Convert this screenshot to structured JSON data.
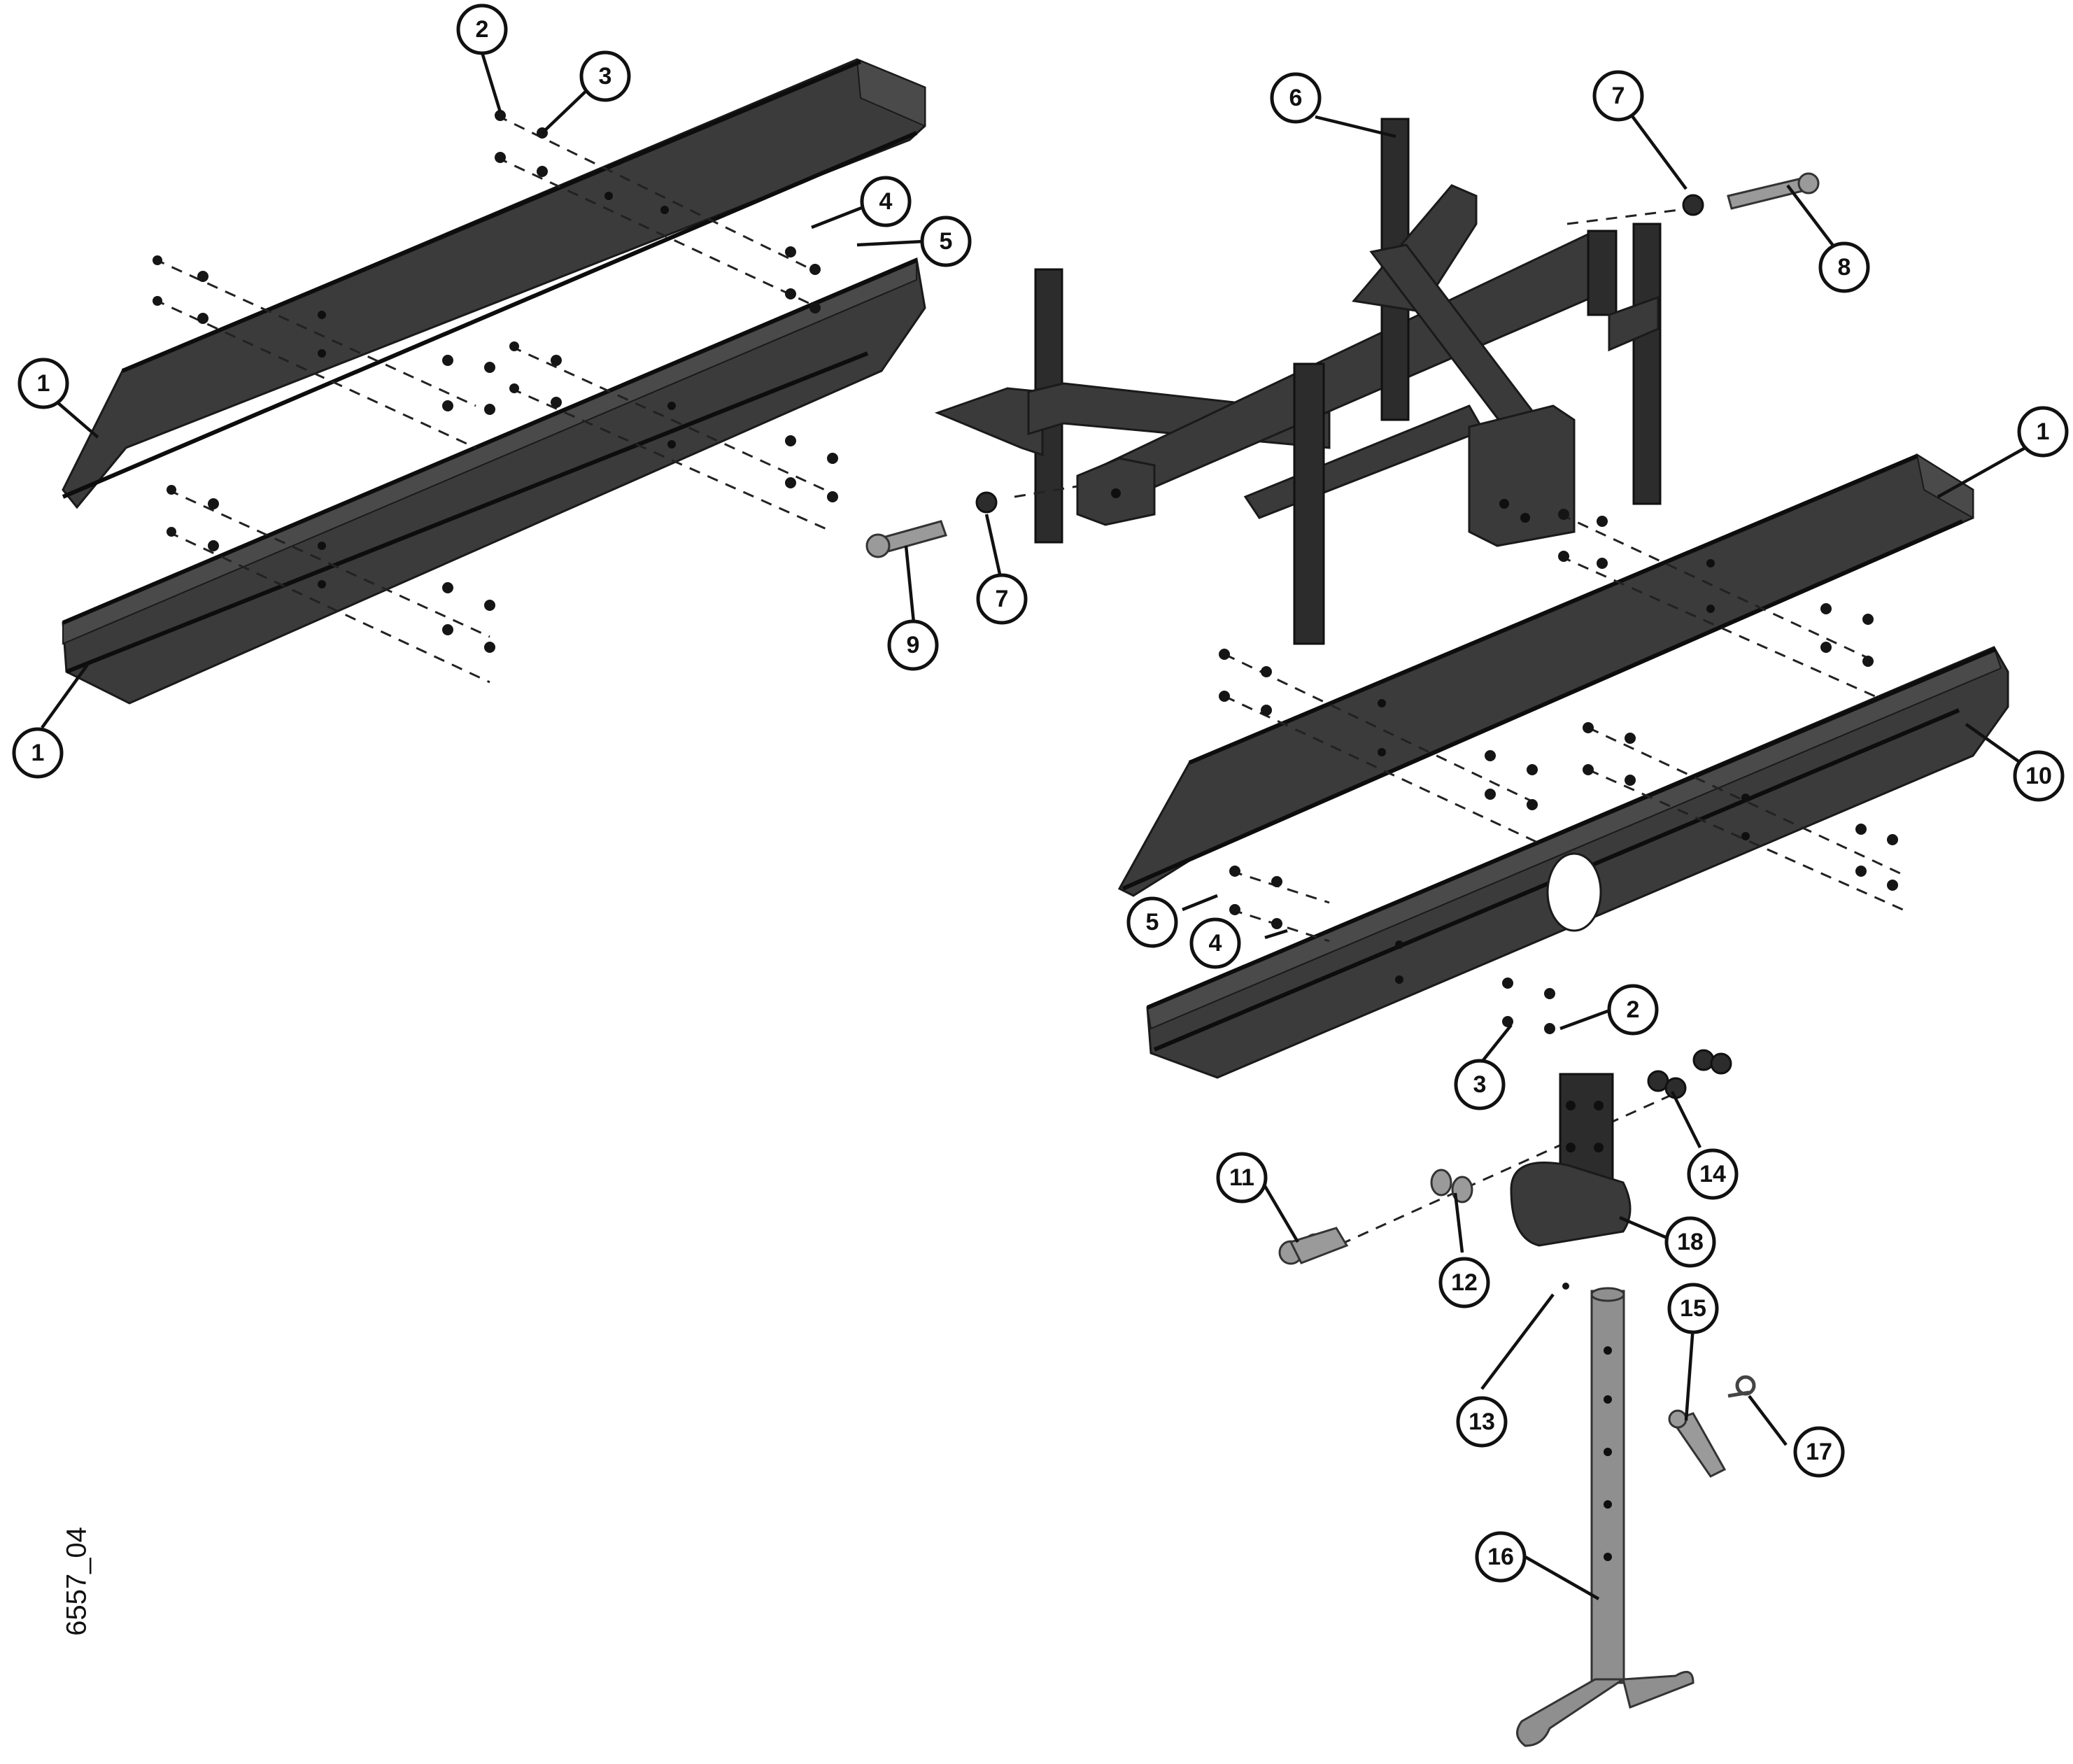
{
  "figure_code": "6557_04",
  "callouts": [
    "1",
    "2",
    "3",
    "4",
    "5",
    "1",
    "1",
    "6",
    "7",
    "8",
    "9",
    "7",
    "1",
    "10",
    "5",
    "4",
    "2",
    "3",
    "14",
    "11",
    "12",
    "18",
    "13",
    "15",
    "17",
    "16"
  ],
  "colors": {
    "ink": "#111111",
    "part_fill": "#3b3b3b",
    "tube_fill": "#8f8f8f",
    "background": "#ffffff"
  }
}
